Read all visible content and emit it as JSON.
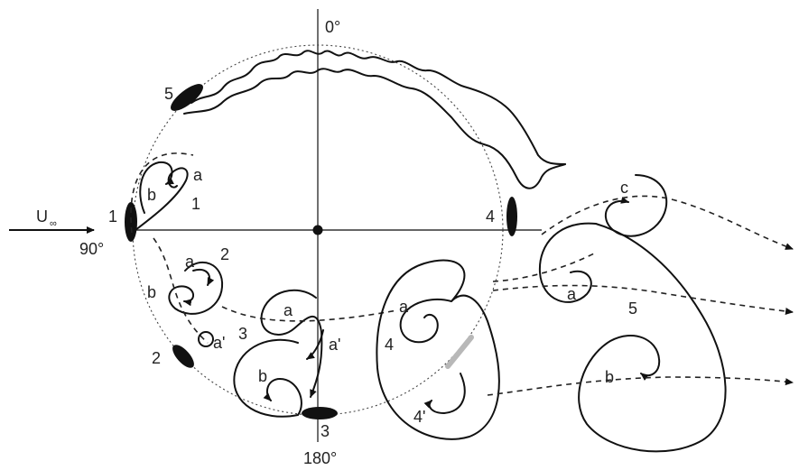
{
  "angles": {
    "top": "0°",
    "left": "90°",
    "bottom": "180°"
  },
  "flow_label": "U",
  "flow_subscript": "∞",
  "blade_positions": [
    "1",
    "2",
    "3",
    "4",
    "5"
  ],
  "vortex_labels": {
    "pos1_a": "a",
    "pos1_b": "b",
    "pos2_a": "a",
    "pos2_b": "b",
    "pos2_aprime": "a'",
    "pos3_a": "a",
    "pos3_aprime": "a'",
    "pos3_b": "b",
    "pos4_a": "a",
    "pos4_prime": "4'",
    "pos5_a": "a",
    "pos5_b": "b",
    "pos5_c": "c"
  },
  "colors": {
    "ink": "#111111",
    "blade": "#111111",
    "highlight": "#b8b8b8"
  }
}
